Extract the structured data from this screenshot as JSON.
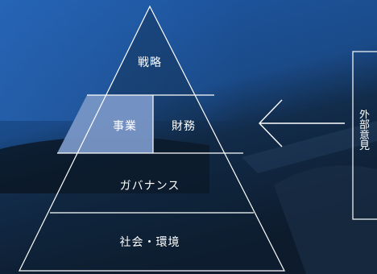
{
  "pyramid": {
    "tier_top": "戦略",
    "tier_second_left": "事業",
    "tier_second_right": "財務",
    "tier_third": "ガバナンス",
    "tier_bottom": "社会・環境"
  },
  "side_box": {
    "label": "外\n部\n意\n見"
  },
  "colors": {
    "line": "#ffffff",
    "highlight_fill": "#7896c6",
    "background_top": "#1f5aa8",
    "background_bottom": "#0d1b2c"
  }
}
